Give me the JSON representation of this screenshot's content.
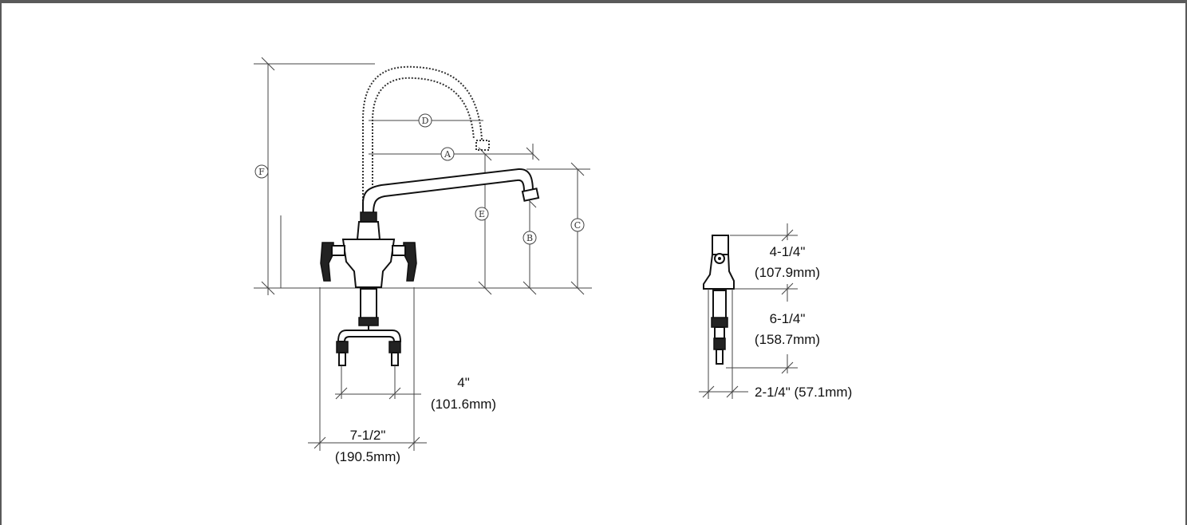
{
  "diagram": {
    "callouts": {
      "a": "A",
      "b": "B",
      "c": "C",
      "d": "D",
      "e": "E",
      "f": "F"
    },
    "front_dimensions": {
      "inlet_spacing_in": "4\"",
      "inlet_spacing_mm": "(101.6mm)",
      "overall_width_in": "7-1/2\"",
      "overall_width_mm": "(190.5mm)"
    },
    "side_dimensions": {
      "body_height_in": "4-1/4\"",
      "body_height_mm": "(107.9mm)",
      "shank_length_in": "6-1/4\"",
      "shank_length_mm": "(158.7mm)",
      "base_depth": "2-1/4\" (57.1mm)"
    }
  }
}
